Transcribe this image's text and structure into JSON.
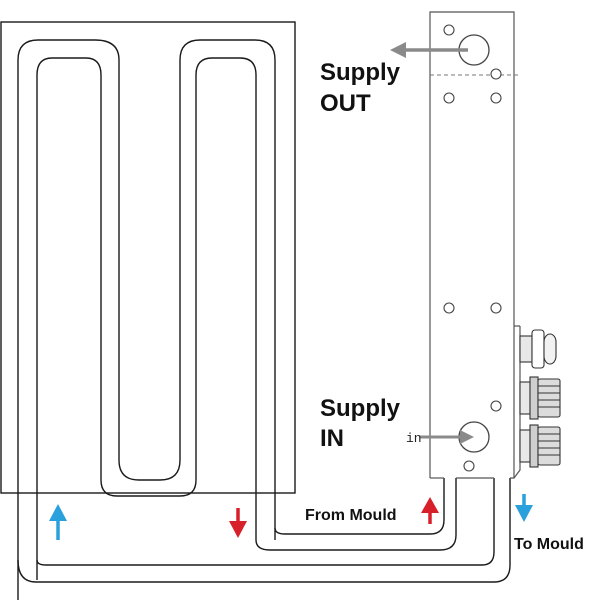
{
  "labels": {
    "supply_out_line1": "Supply",
    "supply_out_line2": "OUT",
    "supply_in_line1": "Supply",
    "supply_in_line2": "IN",
    "in_small": "in",
    "from_mould": "From Mould",
    "to_mould": "To Mould"
  },
  "colors": {
    "pipe": "#1a1a1a",
    "manifold_outline": "#555555",
    "port_arrow": "#8a8a8a",
    "flow_blue": "#2aa0dc",
    "flow_red": "#d8202a",
    "fitting_fill": "#dcdcdc"
  },
  "icons": {
    "supply_out_arrow": "arrow-left-icon",
    "supply_in_arrow": "arrow-right-icon",
    "mould_return_arrow": "arrow-up-icon",
    "mould_feed_arrow": "arrow-down-icon",
    "quick_coupling": "quick-coupling-icon"
  }
}
